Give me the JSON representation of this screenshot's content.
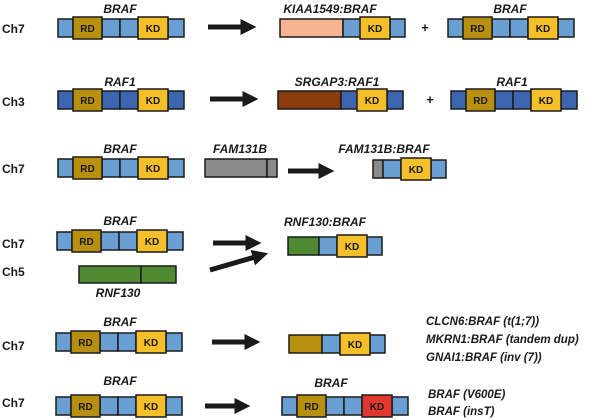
{
  "colors": {
    "braf_exon": "#6a9fd4",
    "raf1_exon": "#3d66b0",
    "rd_domain": "#b8900e",
    "kd_domain": "#f5bf2a",
    "kd_mutant": "#e2372c",
    "kiaa1549": "#f7b490",
    "srgap3": "#8a3c0c",
    "fam131b": "#8a8a8a",
    "rnf130": "#4e8a32",
    "outline": "#1a1a1a",
    "arrow": "#1a1a1a"
  },
  "domains": {
    "rd": "RD",
    "kd": "KD"
  },
  "rows": [
    {
      "chromosome": "Ch7",
      "source_gene": "BRAF",
      "fusion_label": "KIAA1549:BRAF",
      "plus": "+",
      "product_gene": "BRAF"
    },
    {
      "chromosome": "Ch3",
      "source_gene": "RAF1",
      "fusion_label": "SRGAP3:RAF1",
      "plus": "+",
      "product_gene": "RAF1"
    },
    {
      "chromosome": "Ch7",
      "source_gene": "BRAF",
      "partner_gene": "FAM131B",
      "fusion_label": "FAM131B:BRAF"
    },
    {
      "chromosome": "Ch7",
      "second_chromosome": "Ch5",
      "source_gene": "BRAF",
      "partner_gene": "RNF130",
      "fusion_label": "RNF130:BRAF"
    },
    {
      "chromosome": "Ch7",
      "source_gene": "BRAF",
      "notes": [
        "CLCN6:BRAF (t(1;7))",
        "MKRN1:BRAF (tandem dup)",
        "GNAI1:BRAF  (inv (7))"
      ]
    },
    {
      "chromosome": "Ch7",
      "source_gene": "BRAF",
      "product_gene": "BRAF",
      "notes": [
        "BRAF (V600E)",
        "BRAF (insT)"
      ]
    }
  ]
}
